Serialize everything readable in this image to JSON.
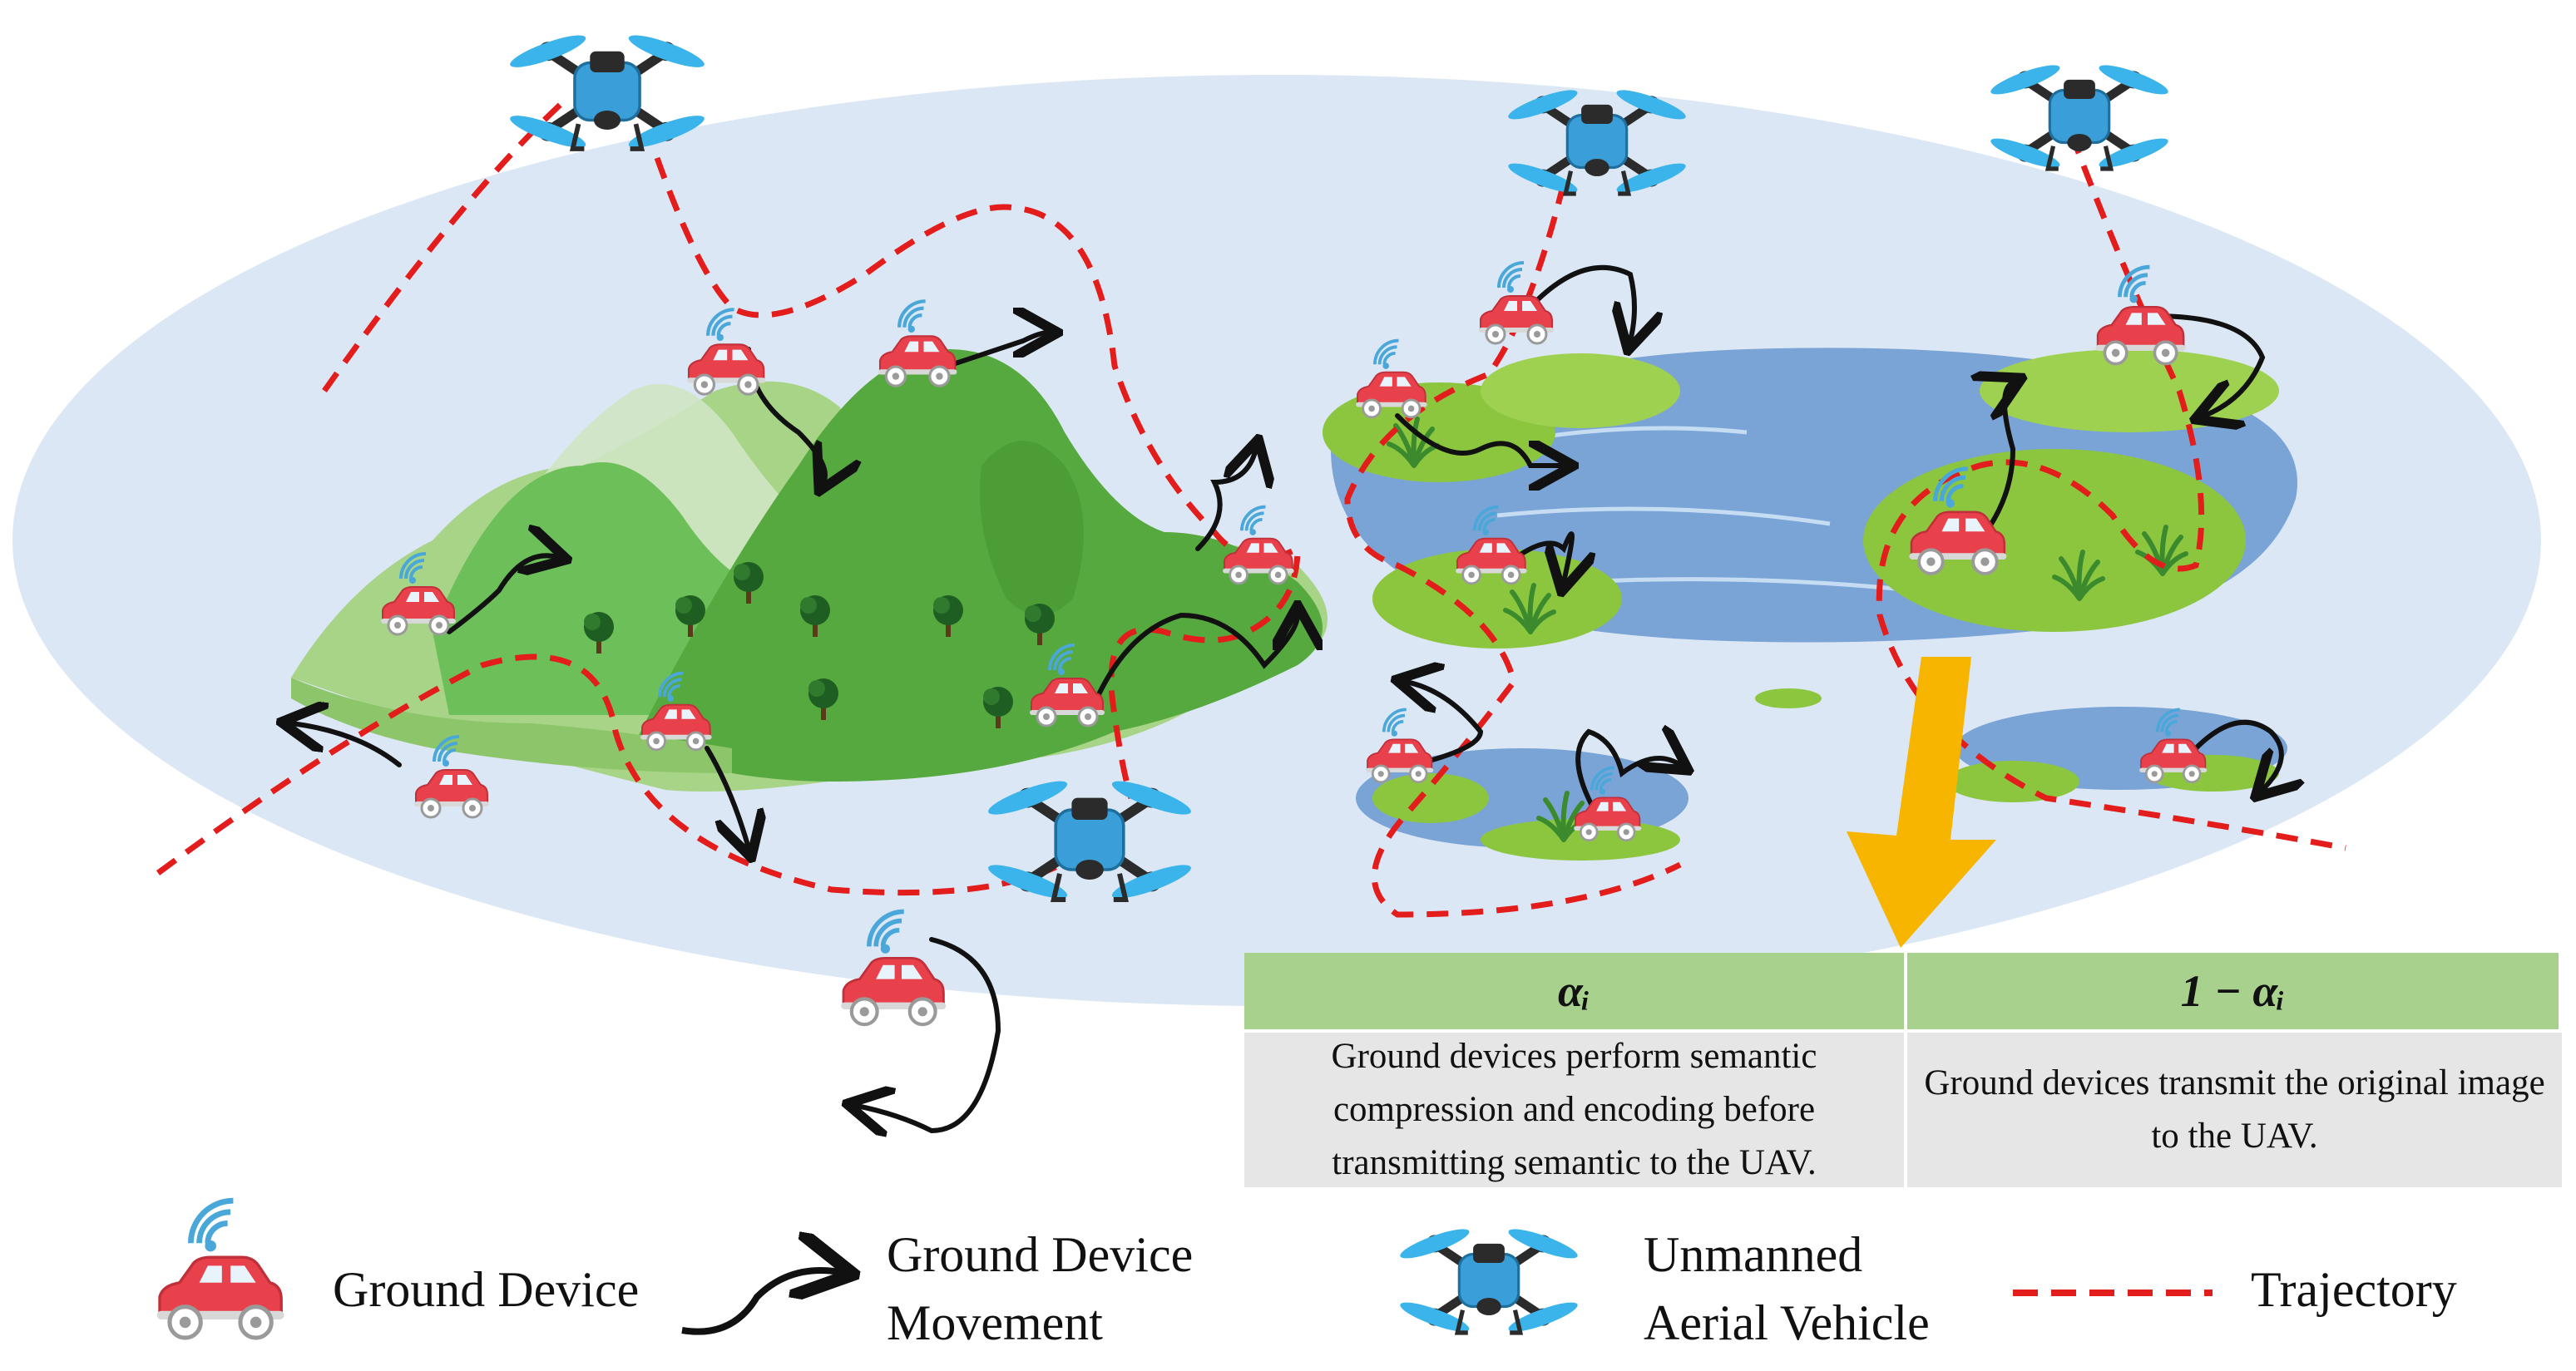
{
  "table": {
    "col1_header": "αᵢ",
    "col2_header": "1 − αᵢ",
    "col1_text": "Ground devices perform semantic compression and encoding before transmitting semantic to the UAV.",
    "col2_text": "Ground devices transmit the original image to the UAV."
  },
  "legend": {
    "ground_device": "Ground Device",
    "movement_line1": "Ground Device",
    "movement_line2": "Movement",
    "uav_line1": "Unmanned",
    "uav_line2": "Aerial Vehicle",
    "trajectory": "Trajectory"
  },
  "colors": {
    "ground_ellipse": "#dbe7f4",
    "hill_dark": "#3f9a35",
    "hill_light": "#7fc25a",
    "water": "#7aa3d6",
    "grass": "#8cc63f",
    "trajectory": "#e31c1c",
    "movement": "#111111",
    "drone_body": "#3a9fd8",
    "car_body": "#e8414b",
    "arrow": "#f7b500",
    "table_header": "#a9d18e",
    "table_body": "#e6e6e6"
  },
  "icons": [
    "car-icon",
    "drone-icon",
    "wifi-icon",
    "movement-arrow-icon",
    "trajectory-line-icon",
    "down-arrow-icon"
  ]
}
